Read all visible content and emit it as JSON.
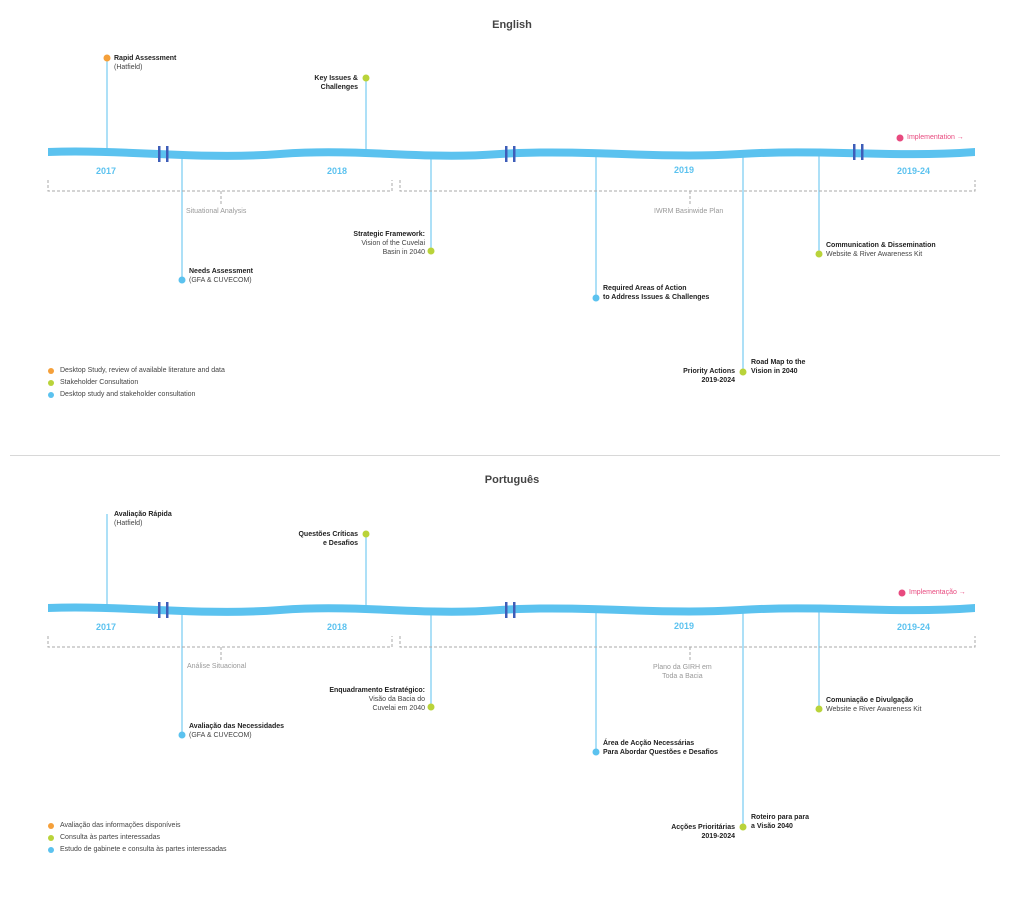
{
  "colors": {
    "river": "#5bc2ef",
    "orange": "#f5a03a",
    "green": "#b9d33a",
    "blue": "#5bc2ef",
    "pink": "#e84a7f",
    "marker": "#3e5db8"
  },
  "en": {
    "title": "English",
    "years": [
      "2017",
      "2018",
      "2019",
      "2019-24"
    ],
    "implementation": "Implementation →",
    "phase_situational": "Situational Analysis",
    "phase_iwrm": "IWRM Basinwide Plan",
    "rapid_title": "Rapid Assessment",
    "rapid_sub": "(Hatfield)",
    "key_title1": "Key Issues &",
    "key_title2": "Challenges",
    "needs_title": "Needs Assessment",
    "needs_sub": "(GFA & CUVECOM)",
    "strategic_title": "Strategic Framework:",
    "strategic_sub1": "Vision of the Cuvelai",
    "strategic_sub2": "Basin in 2040",
    "required_title1": "Required Areas of Action",
    "required_title2": "to Address Issues & Challenges",
    "priority_title": "Priority Actions",
    "priority_sub": "2019-2024",
    "roadmap_title1": "Road Map to the",
    "roadmap_title2": "Vision in 2040",
    "comm_title": "Communication & Dissemination",
    "comm_sub": "Website & River Awareness Kit",
    "legend": [
      "Desktop Study, review of available literature and data",
      "Stakeholder Consultation",
      "Desktop study and stakeholder consultation"
    ]
  },
  "pt": {
    "title": "Português",
    "years": [
      "2017",
      "2018",
      "2019",
      "2019-24"
    ],
    "implementation": "Implementação →",
    "phase_situational": "Análise Situacional",
    "phase_iwrm1": "Plano da GIRH em",
    "phase_iwrm2": "Toda a Bacia",
    "rapid_title": "Avaliação Rápida",
    "rapid_sub": "(Hatfield)",
    "key_title1": "Questões Críticas",
    "key_title2": "e Desafios",
    "needs_title": "Avaliação das Necessidades",
    "needs_sub": "(GFA & CUVECOM)",
    "strategic_title": "Enquadramento Estratégico:",
    "strategic_sub1": "Visão da Bacia do",
    "strategic_sub2": "Cuvelai em 2040",
    "required_title1": "Área de Acção Necessárias",
    "required_title2": "Para Abordar Questões e Desafios",
    "priority_title": "Acções Prioritárias",
    "priority_sub": "2019-2024",
    "roadmap_title1": "Roteiro para para",
    "roadmap_title2": "a Visão 2040",
    "comm_title": "Comuniação e Divulgação",
    "comm_sub": "Website e River Awareness Kit",
    "legend": [
      "Avaliação das informações disponíveis",
      "Consulta às partes interessadas",
      "Estudo de gabinete e consulta às partes interessadas"
    ]
  }
}
